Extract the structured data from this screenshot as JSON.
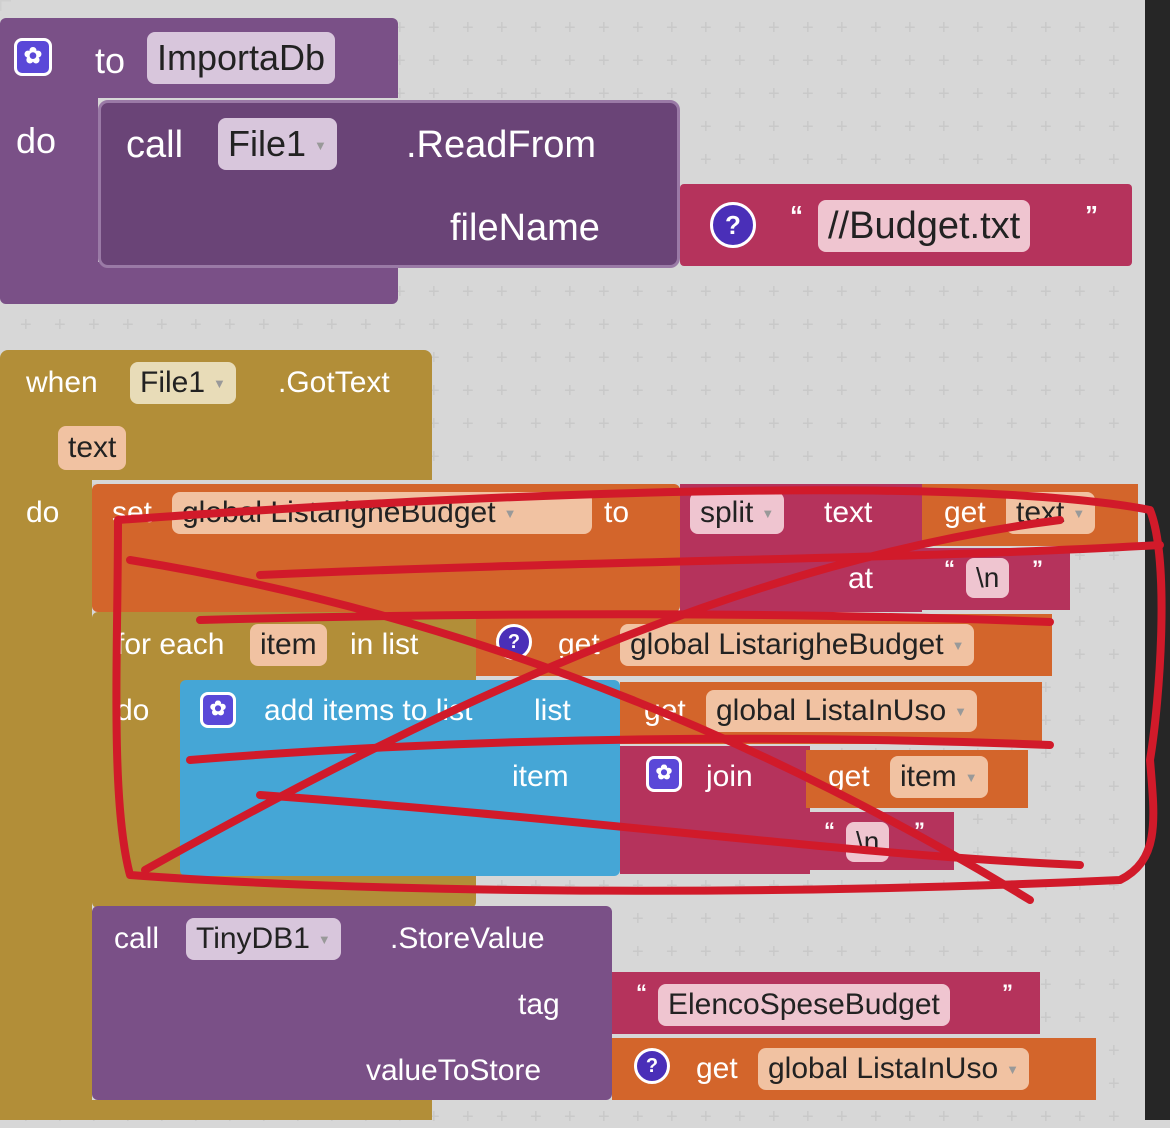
{
  "procedure_block": {
    "to_label": "to",
    "name": "ImportaDb",
    "do_label": "do",
    "call_label": "call",
    "component": "File1",
    "method": ".ReadFrom",
    "param_label": "fileName",
    "string_value": "//Budget.txt"
  },
  "event_block": {
    "when_label": "when",
    "component": "File1",
    "event": ".GotText",
    "param": "text",
    "do_label": "do",
    "set_label": "set",
    "set_var": "global ListarigheBudget",
    "to_label": "to",
    "split_label": "split",
    "split_text_label": "text",
    "get_label": "get",
    "get_text_var": "text",
    "at_label": "at",
    "at_value": "\\n",
    "for_each_label": "for each",
    "item_var": "item",
    "in_list_label": "in list",
    "list_var": "global ListarigheBudget",
    "inner_do_label": "do",
    "add_items_label": "add items to list",
    "list_param_label": "list",
    "list_get_var": "global ListaInUso",
    "item_param_label": "item",
    "join_label": "join",
    "join_get_var": "item",
    "join_string": "\\n",
    "call_label": "call",
    "db_component": "TinyDB1",
    "db_method": ".StoreValue",
    "tag_label": "tag",
    "tag_value": "ElencoSpeseBudget",
    "value_label": "valueToStore",
    "value_var": "global ListaInUso"
  },
  "annotation": {
    "scribble_color": "#d11a2a"
  }
}
